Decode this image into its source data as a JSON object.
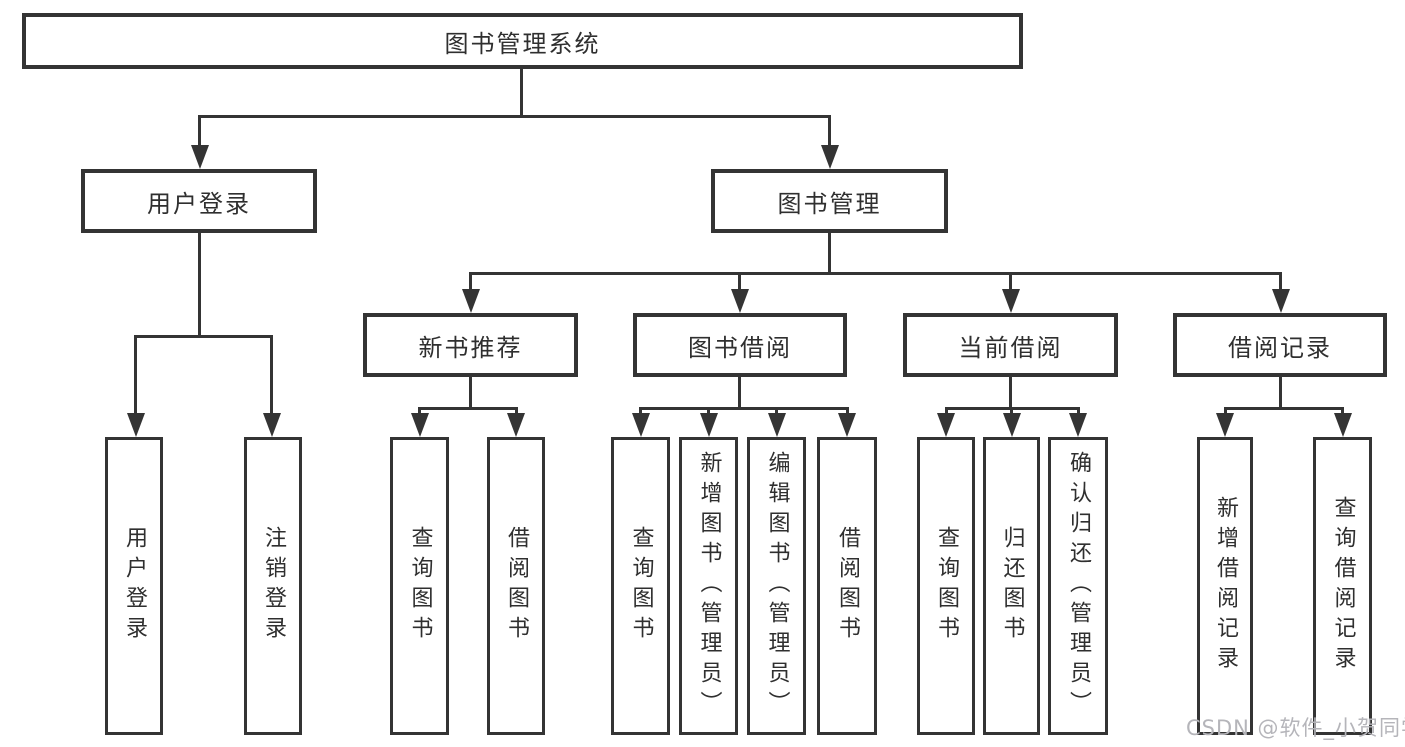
{
  "diagram": {
    "title_node": {
      "label": "图书管理系统"
    },
    "level2": [
      {
        "label": "用户登录"
      },
      {
        "label": "图书管理"
      }
    ],
    "level3": [
      {
        "label": "新书推荐",
        "parent": "图书管理"
      },
      {
        "label": "图书借阅",
        "parent": "图书管理"
      },
      {
        "label": "当前借阅",
        "parent": "图书管理"
      },
      {
        "label": "借阅记录",
        "parent": "图书管理"
      }
    ],
    "leaves": [
      {
        "label": "用户登录",
        "parent": "用户登录"
      },
      {
        "label": "注销登录",
        "parent": "用户登录"
      },
      {
        "label": "查询图书",
        "parent": "新书推荐"
      },
      {
        "label": "借阅图书",
        "parent": "新书推荐"
      },
      {
        "label": "查询图书",
        "parent": "图书借阅"
      },
      {
        "label": "新增图书（管理员）",
        "parent": "图书借阅"
      },
      {
        "label": "编辑图书（管理员）",
        "parent": "图书借阅"
      },
      {
        "label": "借阅图书",
        "parent": "图书借阅"
      },
      {
        "label": "查询图书",
        "parent": "当前借阅"
      },
      {
        "label": "归还图书",
        "parent": "当前借阅"
      },
      {
        "label": "确认归还（管理员）",
        "parent": "当前借阅"
      },
      {
        "label": "新增借阅记录",
        "parent": "借阅记录"
      },
      {
        "label": "查询借阅记录",
        "parent": "借阅记录"
      }
    ],
    "colors": {
      "line": "#343434",
      "text": "#2f2f2f",
      "background": "#ffffff",
      "watermark_text_color": "#b5b5ba"
    }
  },
  "watermark": {
    "text": "CSDN @软件_小贺同学"
  }
}
